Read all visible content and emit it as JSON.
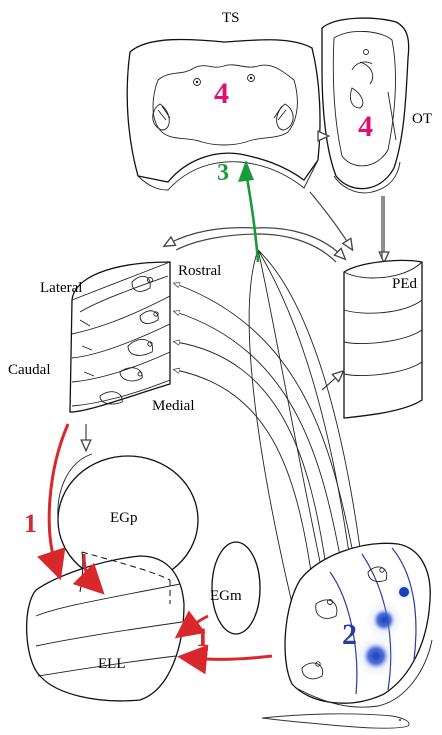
{
  "labels": {
    "ts": "TS",
    "ot": "OT",
    "ped": "PEd",
    "lateral": "Lateral",
    "rostral": "Rostral",
    "caudal": "Caudal",
    "medial": "Medial",
    "egp": "EGp",
    "egm": "EGm",
    "ell": "ELL"
  },
  "step_numbers": {
    "step1_upper": "1",
    "step1_lower": "1",
    "step2": "2",
    "step3": "3",
    "step4_ts": "4",
    "step4_ot": "4"
  },
  "colors": {
    "step1": "#d8282c",
    "step2": "#2a3a9e",
    "step3": "#1c9a3a",
    "step4": "#e0106e",
    "sphere": "#1a3fb8"
  }
}
